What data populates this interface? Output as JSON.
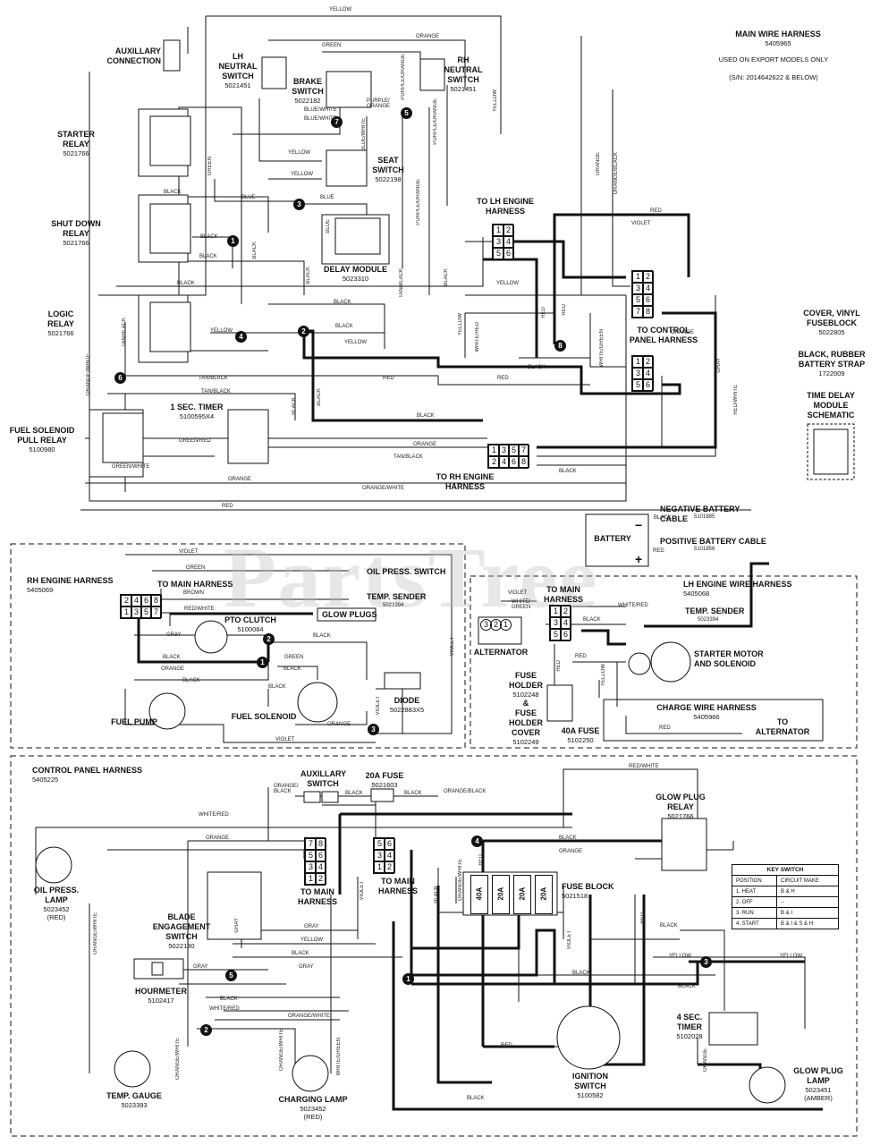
{
  "harness": {
    "title": "MAIN WIRE HARNESS",
    "part": "5405965",
    "note_line1": "USED ON EXPORT MODELS ONLY",
    "note_line2": "(S/N: 2014642622 & BELOW)"
  },
  "watermark": "PartsTree",
  "components": {
    "aux_connection": "AUXILLARY\nCONNECTION",
    "starter_relay": {
      "name": "STARTER\nRELAY",
      "part": "5021766"
    },
    "shutdown_relay": {
      "name": "SHUT DOWN\nRELAY",
      "part": "5021766"
    },
    "logic_relay": {
      "name": "LOGIC\nRELAY",
      "part": "5021766"
    },
    "fuel_solenoid_relay": {
      "name": "FUEL SOLENOID\nPULL RELAY",
      "part": "5100980"
    },
    "lh_neutral": {
      "name": "LH\nNEUTRAL\nSWITCH",
      "part": "5021451"
    },
    "brake_switch": {
      "name": "BRAKE\nSWITCH",
      "part": "5022182"
    },
    "rh_neutral": {
      "name": "RH\nNEUTRAL\nSWITCH",
      "part": "5021451"
    },
    "seat_switch": {
      "name": "SEAT\nSWITCH",
      "part": "5022198"
    },
    "delay_module": {
      "name": "DELAY MODULE",
      "part": "5023310"
    },
    "one_sec_timer": {
      "name": "1 SEC. TIMER",
      "part": "5100595X4"
    },
    "to_lh_engine": "TO LH ENGINE\nHARNESS",
    "to_control_panel": "TO CONTROL\nPANEL HARNESS",
    "to_rh_engine": "TO RH ENGINE\nHARNESS",
    "cover_vinyl": {
      "name": "COVER, VINYL\nFUSEBLOCK",
      "part": "5022805"
    },
    "battery_strap": {
      "name": "BLACK, RUBBER\nBATTERY STRAP",
      "part": "1722009"
    },
    "time_delay_schematic": "TIME DELAY\nMODULE\nSCHEMATIC",
    "neg_cable": {
      "name": "NEGATIVE BATTERY CABLE",
      "part": "5101885"
    },
    "pos_cable": {
      "name": "POSITIVE BATTERY CABLE",
      "part": "5101856"
    },
    "battery": "BATTERY",
    "rh_engine_harness": {
      "name": "RH ENGINE HARNESS",
      "part": "5405069"
    },
    "to_main_harness": "TO MAIN HARNESS",
    "oil_press_switch": "OIL PRESS. SWITCH",
    "temp_sender_rh": {
      "name": "TEMP. SENDER",
      "part": "5023394"
    },
    "glow_plugs": "GLOW PLUGS",
    "pto_clutch": {
      "name": "PTO CLUTCH",
      "part": "5100084"
    },
    "fuel_pump": "FUEL PUMP",
    "fuel_solenoid": "FUEL SOLENOID",
    "diode": {
      "name": "DIODE",
      "part": "5022883X5"
    },
    "lh_engine_harness": {
      "name": "LH ENGINE WIRE HARNESS",
      "part": "5405068"
    },
    "to_main_harness_lh": "TO MAIN\nHARNESS",
    "temp_sender_lh": {
      "name": "TEMP. SENDER",
      "part": "5023394"
    },
    "alternator": "ALTERNATOR",
    "starter_motor": "STARTER MOTOR\nAND SOLENOID",
    "fuse_holder": {
      "name": "FUSE\nHOLDER",
      "part": "5102248"
    },
    "fuse_holder_cover": {
      "name": "&\nFUSE\nHOLDER\nCOVER",
      "part": "5102249"
    },
    "fuse_40a": {
      "name": "40A FUSE",
      "part": "5102250"
    },
    "charge_wire": {
      "name": "CHARGE WIRE HARNESS",
      "part": "5405966"
    },
    "to_alternator": "TO\nALTERNATOR",
    "control_panel_harness": {
      "name": "CONTROL PANEL HARNESS",
      "part": "5405225"
    },
    "aux_switch": "AUXILLARY\nSWITCH",
    "fuse_20a": {
      "name": "20A FUSE",
      "part": "5021603"
    },
    "glow_plug_relay": {
      "name": "GLOW PLUG\nRELAY",
      "part": "5021766"
    },
    "oil_press_lamp": {
      "name": "OIL PRESS.\nLAMP",
      "part": "5023452",
      "color": "(RED)"
    },
    "blade_switch": {
      "name": "BLADE\nENGAGEMENT\nSWITCH",
      "part": "5022180"
    },
    "to_main_harness_cp1": "TO MAIN\nHARNESS",
    "to_main_harness_cp2": "TO MAIN\nHARNESS",
    "fuse_block": {
      "name": "FUSE BLOCK",
      "part": "5021518"
    },
    "hourmeter": {
      "name": "HOURMETER",
      "part": "5102417"
    },
    "temp_gauge": {
      "name": "TEMP. GAUGE",
      "part": "5023393"
    },
    "charging_lamp": {
      "name": "CHARGING LAMP",
      "part": "5023452",
      "color": "(RED)"
    },
    "ignition_switch": {
      "name": "IGNITION\nSWITCH",
      "part": "5100582"
    },
    "four_sec_timer": {
      "name": "4 SEC.\nTIMER",
      "part": "5102028"
    },
    "glow_plug_lamp": {
      "name": "GLOW PLUG\nLAMP",
      "part": "5023451",
      "color": "(AMBER)"
    }
  },
  "fuses": [
    "40A",
    "20A",
    "20A",
    "20A"
  ],
  "key_switch": {
    "title": "KEY SWITCH",
    "headers": [
      "POSITION",
      "CIRCUIT MAKE"
    ],
    "rows": [
      [
        "1. HEAT",
        "B & H"
      ],
      [
        "2. OFF",
        "--"
      ],
      [
        "3. RUN",
        "B & I"
      ],
      [
        "4. START",
        "B & I & S & H"
      ]
    ]
  },
  "connectors": {
    "lh_engine": [
      "1",
      "2",
      "3",
      "4",
      "5",
      "6"
    ],
    "main_right": [
      "1",
      "2",
      "3",
      "4",
      "5",
      "6",
      "7",
      "8"
    ],
    "control_panel": [
      "1",
      "2",
      "3",
      "4",
      "5",
      "6"
    ],
    "rh_engine_top": [
      "1",
      "3",
      "5",
      "7"
    ],
    "rh_engine_bottom": [
      "2",
      "4",
      "6",
      "8"
    ],
    "rh_plug_top": [
      "2",
      "4",
      "6",
      "8"
    ],
    "rh_plug_bottom": [
      "1",
      "3",
      "5",
      "7"
    ],
    "lh_plug": [
      "1",
      "2",
      "3",
      "4",
      "5",
      "6"
    ],
    "alt_terminals": [
      "3",
      "2",
      "1"
    ],
    "cp_a": [
      "7",
      "8",
      "5",
      "6",
      "3",
      "4",
      "1",
      "2"
    ],
    "cp_b": [
      "5",
      "6",
      "3",
      "4",
      "1",
      "2"
    ]
  },
  "splices": [
    "1",
    "2",
    "3",
    "4",
    "5",
    "6",
    "7",
    "8",
    "2",
    "1",
    "3",
    "4",
    "5",
    "1",
    "2",
    "3"
  ],
  "wire_labels": {
    "yellow": "YELLOW",
    "orange": "ORANGE",
    "green": "GREEN",
    "blue": "BLUE",
    "black": "BLACK",
    "red": "RED",
    "violet": "VIOLET",
    "gray": "GRAY",
    "brown": "BROWN",
    "tan_black": "TAN/BLACK",
    "blue_white": "BLUE/WHITE",
    "purple_orange": "PURPLE/ORANGE",
    "purple_orange_split": "PURPLE/\nORANGE",
    "orange_black": "ORANGE/BLACK",
    "orange_black_split": "ORANGE/\nBLACK",
    "white_red": "WHITE/RED",
    "red_white": "RED/WHITE",
    "green_red": "GREEN/RED",
    "green_white": "GREEN/WHITE",
    "orange_white": "ORANGE/WHITE",
    "white_green": "WHITE/\nGREEN",
    "white_green_flat": "WHITE/GREEN"
  }
}
